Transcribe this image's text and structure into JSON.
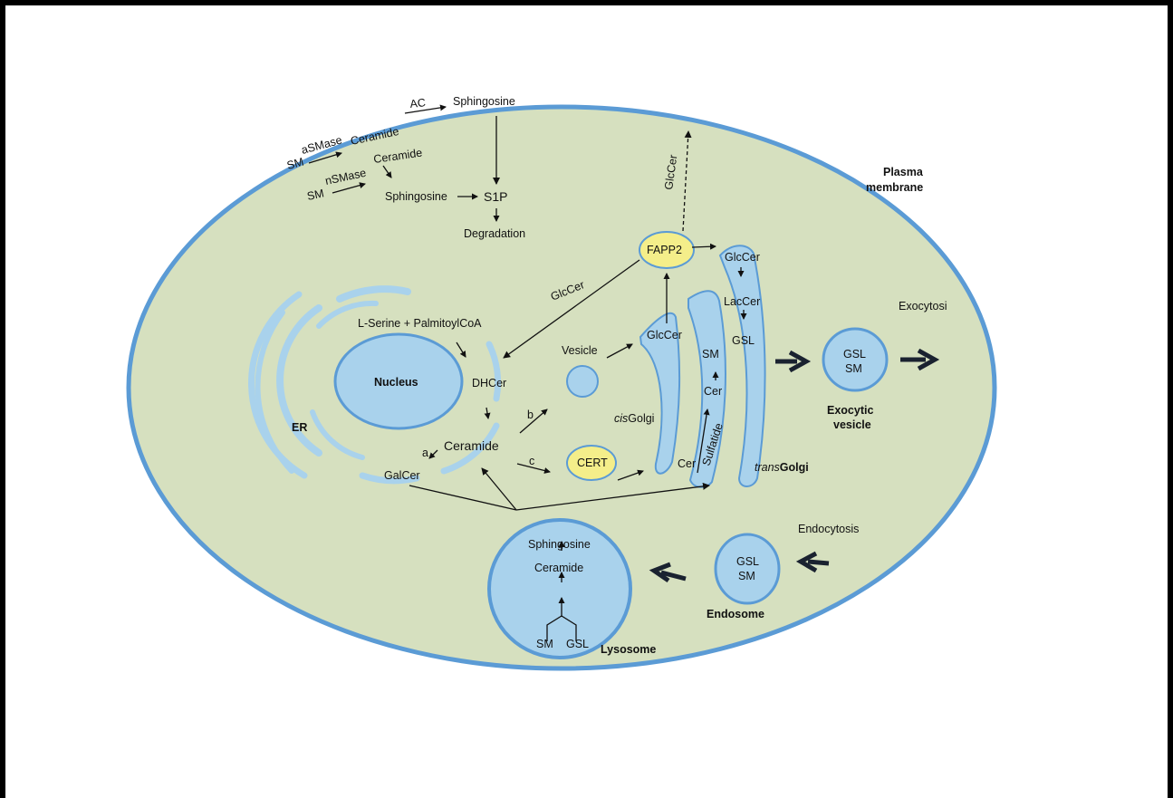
{
  "figure": {
    "membrane_label_1": "Plasma",
    "membrane_label_2": "membrane",
    "top_pathway": {
      "sm_1": "SM",
      "asmase": "aSMase",
      "ceramide_1": "Ceramide",
      "ac": "AC",
      "sphingosine_1": "Sphingosine",
      "sm_2": "SM",
      "nsmase": "nSMase",
      "ceramide_2": "Ceramide",
      "sphingosine_2": "Sphingosine",
      "s1p": "S1P",
      "degradation": "Degradation"
    },
    "er": {
      "er_label": "ER",
      "nucleus": "Nucleus",
      "substrates": "L-Serine + PalmitoylCoA",
      "dhcer": "DHCer",
      "ceramide": "Ceramide",
      "a": "a",
      "galcer": "GalCer",
      "b": "b",
      "c": "c"
    },
    "vesicle": "Vesicle",
    "cert": "CERT",
    "fapp2": "FAPP2",
    "glccer_fapp2_in": "GlcCer",
    "glccer_to_er": "GlcCer",
    "glccer_to_pm": "GlcCer",
    "golgi": {
      "cis_prefix": "cis",
      "cis_suffix": "Golgi",
      "trans_prefix": "trans",
      "trans_suffix": "Golgi",
      "cer_in": "Cer",
      "sm": "SM",
      "cer": "Cer",
      "sulfatide": "Sulfatide",
      "glccer": "GlcCer",
      "laccer": "LacCer",
      "gsl": "GSL"
    },
    "exocytic": {
      "gsl": "GSL",
      "sm": "SM",
      "label_1": "Exocytic",
      "label_2": "vesicle",
      "exocytosis": "Exocytosi"
    },
    "endosome": {
      "gsl": "GSL",
      "sm": "SM",
      "label": "Endosome",
      "endocytosis": "Endocytosis"
    },
    "lysosome": {
      "sphingosine": "Sphingosine",
      "ceramide": "Ceramide",
      "sm": "SM",
      "gsl": "GSL",
      "label": "Lysosome"
    },
    "colors": {
      "cytoplasm": "#d6e0bf",
      "membrane": "#5b9bd5",
      "organelle": "#a9d2ec",
      "organelle_stroke": "#5b9bd5",
      "enzyme": "#f4ee8a"
    }
  }
}
